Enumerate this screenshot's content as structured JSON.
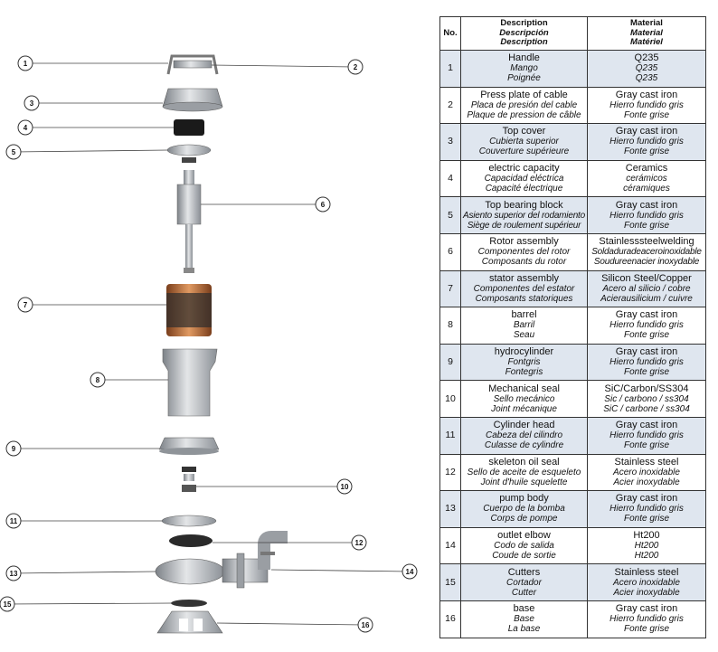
{
  "table": {
    "headers": {
      "no": "No.",
      "description": [
        "Description",
        "Descripción",
        "Description"
      ],
      "material": [
        "Material",
        "Material",
        "Matériel"
      ]
    },
    "rows": [
      {
        "no": "1",
        "desc": [
          "Handle",
          "Mango",
          "Poignée"
        ],
        "mat": [
          "Q235",
          "Q235",
          "Q235"
        ]
      },
      {
        "no": "2",
        "desc": [
          "Press plate of cable",
          "Placa de presión del cable",
          "Plaque de pression de câble"
        ],
        "mat": [
          "Gray cast iron",
          "Hierro fundido gris",
          "Fonte grise"
        ]
      },
      {
        "no": "3",
        "desc": [
          "Top cover",
          "Cubierta superior",
          "Couverture supérieure"
        ],
        "mat": [
          "Gray cast iron",
          "Hierro fundido gris",
          "Fonte grise"
        ]
      },
      {
        "no": "4",
        "desc": [
          "electric capacity",
          "Capacidad eléctrica",
          "Capacité électrique"
        ],
        "mat": [
          "Ceramics",
          "cerámicos",
          "céramiques"
        ]
      },
      {
        "no": "5",
        "desc": [
          "Top bearing block",
          "Asiento superior del rodamiento",
          "Siège de roulement supérieur"
        ],
        "mat": [
          "Gray cast iron",
          "Hierro fundido gris",
          "Fonte grise"
        ]
      },
      {
        "no": "6",
        "desc": [
          "Rotor assembly",
          "Componentes del rotor",
          "Composants du rotor"
        ],
        "mat": [
          "Stainlesssteelwelding",
          "Soldaduradeaceroinoxidable",
          "Soudureenacier inoxydable"
        ]
      },
      {
        "no": "7",
        "desc": [
          "stator assembly",
          "Componentes del estator",
          "Composants statoriques"
        ],
        "mat": [
          "Silicon Steel/Copper",
          "Acero al silicio / cobre",
          "Acierausilicium / cuivre"
        ]
      },
      {
        "no": "8",
        "desc": [
          "barrel",
          "Barril",
          "Seau"
        ],
        "mat": [
          "Gray cast iron",
          "Hierro fundido gris",
          "Fonte grise"
        ]
      },
      {
        "no": "9",
        "desc": [
          "hydrocylinder",
          "Fontgris",
          "Fontegris"
        ],
        "mat": [
          "Gray cast iron",
          "Hierro fundido gris",
          "Fonte grise"
        ]
      },
      {
        "no": "10",
        "desc": [
          "Mechanical seal",
          "Sello mecánico",
          "Joint mécanique"
        ],
        "mat": [
          "SiC/Carbon/SS304",
          "Sic / carbono / ss304",
          "SiC / carbone / ss304"
        ]
      },
      {
        "no": "11",
        "desc": [
          "Cylinder head",
          "Cabeza del cilindro",
          "Culasse de cylindre"
        ],
        "mat": [
          "Gray cast iron",
          "Hierro fundido gris",
          "Fonte grise"
        ]
      },
      {
        "no": "12",
        "desc": [
          "skeleton oil seal",
          "Sello de aceite de esqueleto",
          "Joint d'huile squelette"
        ],
        "mat": [
          "Stainless steel",
          "Acero inoxidable",
          "Acier inoxydable"
        ]
      },
      {
        "no": "13",
        "desc": [
          "pump body",
          "Cuerpo de la bomba",
          "Corps de pompe"
        ],
        "mat": [
          "Gray cast iron",
          "Hierro fundido gris",
          "Fonte grise"
        ]
      },
      {
        "no": "14",
        "desc": [
          "outlet elbow",
          "Codo de salida",
          "Coude de sortie"
        ],
        "mat": [
          "Ht200",
          "Ht200",
          "Ht200"
        ]
      },
      {
        "no": "15",
        "desc": [
          "Cutters",
          "Cortador",
          "Cutter"
        ],
        "mat": [
          "Stainless steel",
          "Acero inoxidable",
          "Acier inoxydable"
        ]
      },
      {
        "no": "16",
        "desc": [
          "base",
          "Base",
          "La base"
        ],
        "mat": [
          "Gray cast iron",
          "Hierro fundido gris",
          "Fonte grise"
        ]
      }
    ]
  },
  "callouts": [
    "1",
    "2",
    "3",
    "4",
    "5",
    "6",
    "7",
    "8",
    "9",
    "10",
    "11",
    "12",
    "13",
    "14",
    "15",
    "16"
  ],
  "colors": {
    "row_alt": "#dfe6ef",
    "metal": "#b8bcc0",
    "copper": "#b86a3a",
    "dark": "#1a1a1a"
  }
}
